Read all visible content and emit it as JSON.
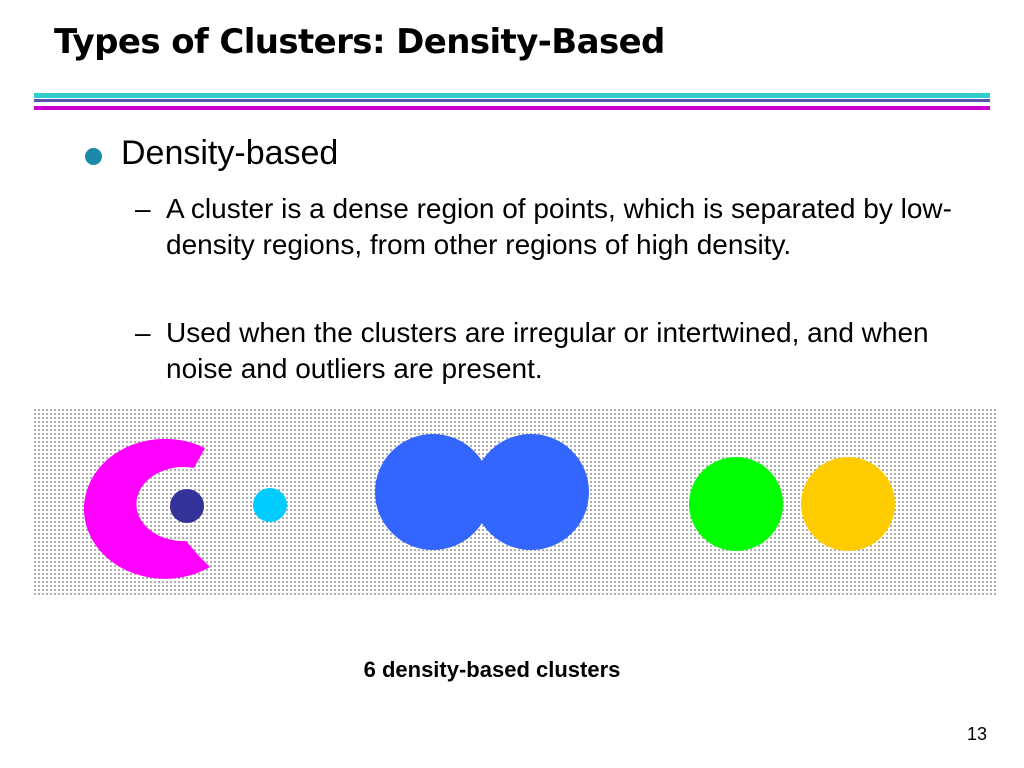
{
  "slide": {
    "title": "Types of Clusters: Density-Based",
    "bullet": "Density-based",
    "sub_bullets": [
      "A cluster is a dense region of points, which is separated by low-density regions, from other regions of high density.",
      "Used when the clusters are irregular or intertwined, and when noise and outliers are present."
    ],
    "dash": "–",
    "caption": "6 density-based clusters",
    "page_number": "13"
  },
  "colors": {
    "rule_top": "#33cccc",
    "rule_mid": "#5555aa",
    "rule_bottom": "#cc00cc",
    "bullet_dot": "#1a8aa8",
    "cluster_magenta": "#ff00ff",
    "cluster_navy": "#333399",
    "cluster_cyan": "#00ccff",
    "cluster_blue": "#3366ff",
    "cluster_green": "#00ff00",
    "cluster_yellow": "#ffcc00"
  },
  "clusters": [
    {
      "id": "magenta-c-shape",
      "color_key": "cluster_magenta"
    },
    {
      "id": "navy-small",
      "color_key": "cluster_navy"
    },
    {
      "id": "cyan-small",
      "color_key": "cluster_cyan"
    },
    {
      "id": "blue-overlapping",
      "color_key": "cluster_blue"
    },
    {
      "id": "green",
      "color_key": "cluster_green"
    },
    {
      "id": "yellow",
      "color_key": "cluster_yellow"
    }
  ]
}
